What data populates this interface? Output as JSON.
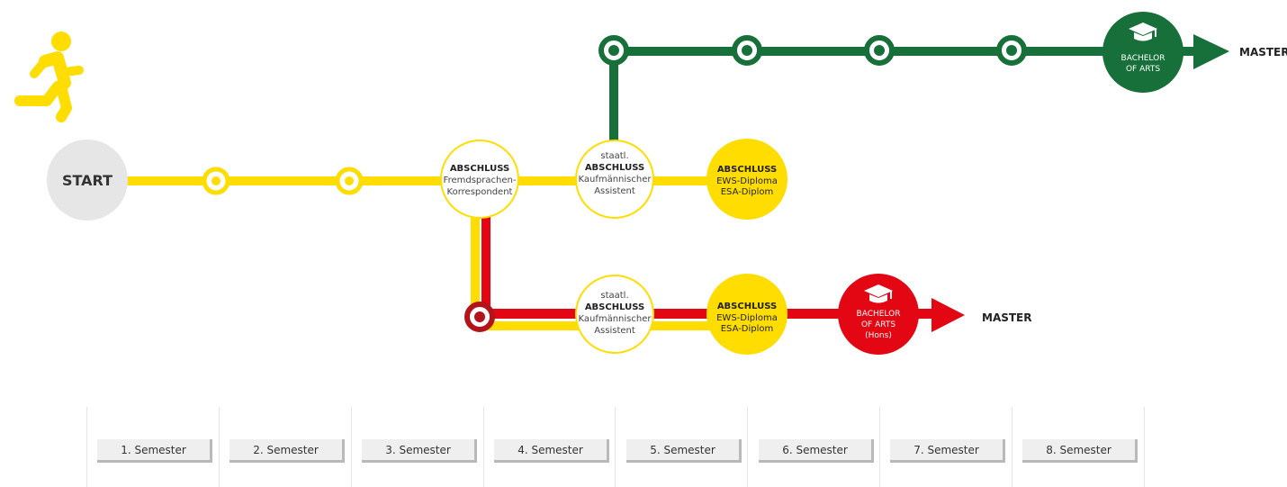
{
  "colors": {
    "yellow": "#ffdd00",
    "green": "#17703a",
    "red": "#e30613",
    "dark_red": "#b3141c",
    "grey": "#e6e6e7",
    "text": "#222222"
  },
  "icons": {
    "runner": "running-person-icon",
    "cap": "graduation-cap-icon"
  },
  "start": {
    "label": "START"
  },
  "node_fremdsprachen": {
    "line1": "ABSCHLUSS",
    "line2": "Fremdsprachen-",
    "line3": "Korrespondent"
  },
  "node_kaufm_top": {
    "line1": "staatl.",
    "line2": "ABSCHLUSS",
    "line3": "Kaufmännischer",
    "line4": "Assistent"
  },
  "node_ews_top": {
    "line1": "ABSCHLUSS",
    "line2": "EWS-Diploma",
    "line3": "ESA-Diplom"
  },
  "node_kaufm_bottom": {
    "line1": "staatl.",
    "line2": "ABSCHLUSS",
    "line3": "Kaufmännischer",
    "line4": "Assistent"
  },
  "node_ews_bottom": {
    "line1": "ABSCHLUSS",
    "line2": "EWS-Diploma",
    "line3": "ESA-Diplom"
  },
  "bachelor_green": {
    "line1": "BACHELOR",
    "line2": "OF ARTS"
  },
  "bachelor_red": {
    "line1": "BACHELOR",
    "line2": "OF ARTS",
    "line3": "(Hons)"
  },
  "master_top": {
    "label": "MASTER"
  },
  "master_bottom": {
    "label": "MASTER"
  },
  "semesters": [
    "1. Semester",
    "2. Semester",
    "3. Semester",
    "4. Semester",
    "5. Semester",
    "6. Semester",
    "7. Semester",
    "8. Semester"
  ]
}
